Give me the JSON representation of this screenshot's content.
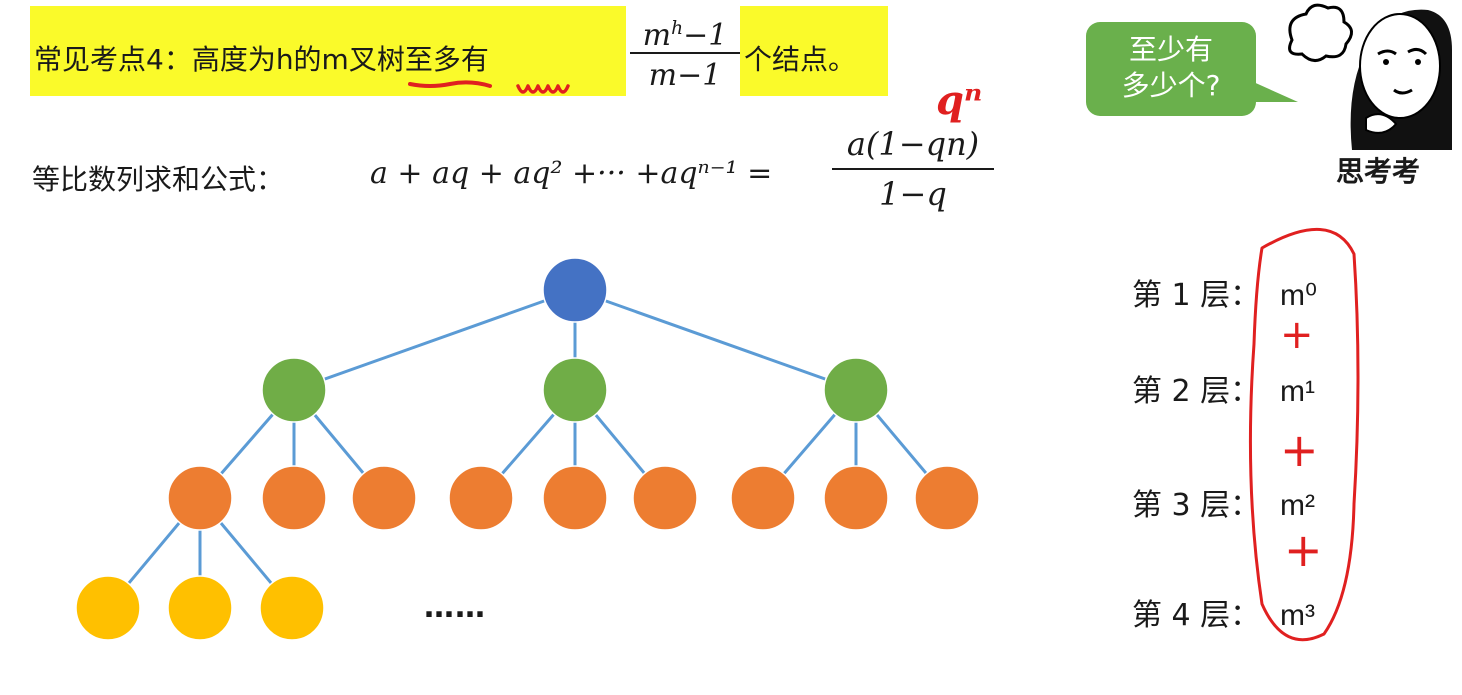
{
  "header": {
    "text": "常见考点4：高度为h的m叉树至多有",
    "fraction_numerator": "m^h−1",
    "fraction_numerator_base": "m",
    "fraction_numerator_exp": "h",
    "fraction_numerator_rest": "−1",
    "fraction_denominator": "m−1",
    "tail": "个结点。"
  },
  "formula": {
    "label": "等比数列求和公式：",
    "expression": "a + aq + aq² +··· +aqⁿ⁻¹ =",
    "numerator": "a(1−qn)",
    "denominator": "1−q"
  },
  "annotation": {
    "handwritten": "qⁿ",
    "plus_signs": [
      "+",
      "+",
      "+"
    ],
    "color": "#e02020"
  },
  "bubble": {
    "line1": "至少有",
    "line2": "多少个?",
    "color": "#6ab04c"
  },
  "meme": {
    "caption": "思考考"
  },
  "levels": [
    {
      "label": "第 1 层：",
      "value": "m⁰"
    },
    {
      "label": "第 2 层：",
      "value": "m¹"
    },
    {
      "label": "第 3 层：",
      "value": "m²"
    },
    {
      "label": "第 4 层：",
      "value": "m³"
    }
  ],
  "tree": {
    "ellipsis": "……",
    "level_colors": [
      "#4472c4",
      "#70ad47",
      "#ed7d31",
      "#ffc000"
    ],
    "edge_color": "#5b9bd5"
  }
}
